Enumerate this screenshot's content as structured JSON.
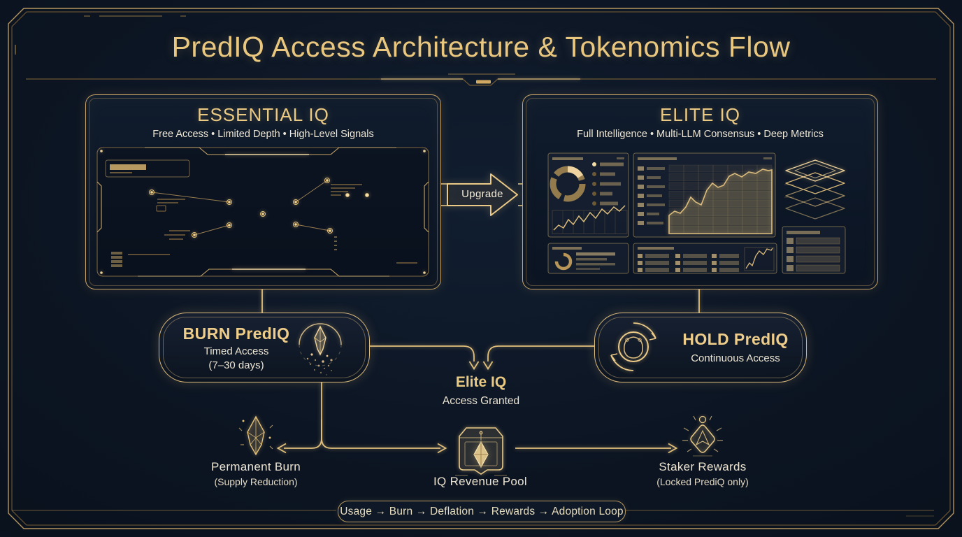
{
  "title": "PredIQ Access Architecture & Tokenomics Flow",
  "tiers": {
    "essential": {
      "title": "ESSENTIAL IQ",
      "subtitle": "Free Access • Limited Depth • High-Level Signals"
    },
    "elite": {
      "title": "ELITE IQ",
      "subtitle": "Full Intelligence • Multi-LLM Consensus • Deep Metrics"
    }
  },
  "upgrade": {
    "label": "Upgrade"
  },
  "flow_nodes": {
    "burn": {
      "title": "BURN PredIQ",
      "subtitle1": "Timed Access",
      "subtitle2": "(7–30 days)",
      "icon": "burning-crystal-icon"
    },
    "hold": {
      "title": "HOLD PredIQ",
      "subtitle1": "Continuous Access",
      "icon": "cycle-token-icon"
    },
    "elite_access": {
      "title": "Elite IQ",
      "subtitle1": "Access Granted"
    },
    "permanent_burn": {
      "title": "Permanent Burn",
      "subtitle1": "(Supply Reduction)",
      "icon": "burn-crystal-icon"
    },
    "revenue_pool": {
      "title": "IQ Revenue Pool",
      "icon": "vault-gem-icon"
    },
    "staker_rewards": {
      "title": "Staker Rewards",
      "subtitle1": "(Locked PrediQ only)",
      "icon": "reward-gem-icon"
    }
  },
  "footer": {
    "loop_label": "Usage → Burn → Deflation → Rewards → Adoption Loop"
  },
  "colors": {
    "background": "#0C1522",
    "gold": "#E7C580",
    "gold_dim": "#9A7B45",
    "cream": "#EFE8D8"
  }
}
